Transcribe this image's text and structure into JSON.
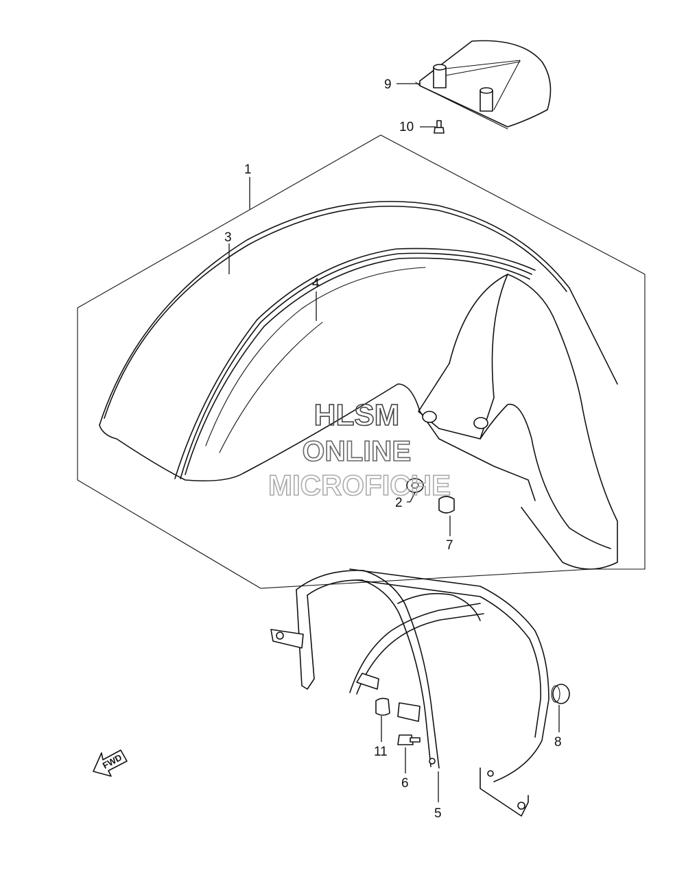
{
  "diagram": {
    "part_labels": [
      "1",
      "2",
      "3",
      "4",
      "5",
      "6",
      "7",
      "8",
      "9",
      "10",
      "11"
    ],
    "fwd_label": "FWD",
    "watermark": [
      "HLSM",
      "ONLINE",
      "MICROFICHE"
    ]
  }
}
